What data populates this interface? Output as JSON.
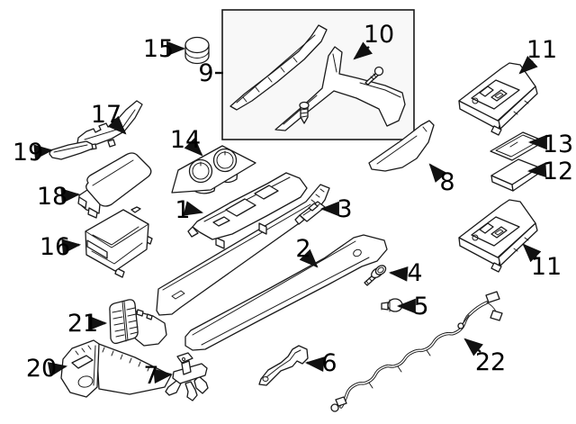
{
  "diagram": {
    "type": "exploded-parts-diagram",
    "colors": {
      "background": "#ffffff",
      "line": "#1a1a1a",
      "inset_box_fill": "#f8f8f8",
      "label_text": "#000000"
    },
    "callouts": {
      "p1": {
        "label": "1"
      },
      "p2": {
        "label": "2"
      },
      "p3": {
        "label": "3"
      },
      "p4": {
        "label": "4"
      },
      "p5": {
        "label": "5"
      },
      "p6": {
        "label": "6"
      },
      "p7": {
        "label": "7"
      },
      "p8": {
        "label": "8"
      },
      "p9": {
        "label": "9"
      },
      "p10": {
        "label": "10"
      },
      "p11a": {
        "label": "11"
      },
      "p11b": {
        "label": "11"
      },
      "p12": {
        "label": "12"
      },
      "p13": {
        "label": "13"
      },
      "p14": {
        "label": "14"
      },
      "p15": {
        "label": "15"
      },
      "p16": {
        "label": "16"
      },
      "p17": {
        "label": "17"
      },
      "p18": {
        "label": "18"
      },
      "p19": {
        "label": "19"
      },
      "p20": {
        "label": "20"
      },
      "p21": {
        "label": "21"
      },
      "p22": {
        "label": "22"
      }
    }
  }
}
